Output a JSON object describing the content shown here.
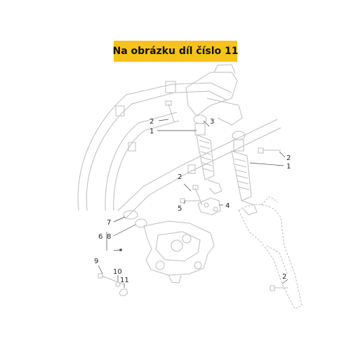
{
  "banner": {
    "title": "Na obrázku díl číslo 11"
  },
  "callouts": {
    "c2_top": "2",
    "c1_top": "1",
    "c3": "3",
    "c2_right": "2",
    "c1_right": "1",
    "c2_mid": "2",
    "c4": "4",
    "c5": "5",
    "c7": "7",
    "c8": "8",
    "c6": "6",
    "c9": "9",
    "c10": "10",
    "c11": "11",
    "c2_bottom": "2"
  },
  "colors": {
    "banner": "#f7c21b",
    "line_art": "#bdbdbd",
    "line_dark": "#444444"
  }
}
